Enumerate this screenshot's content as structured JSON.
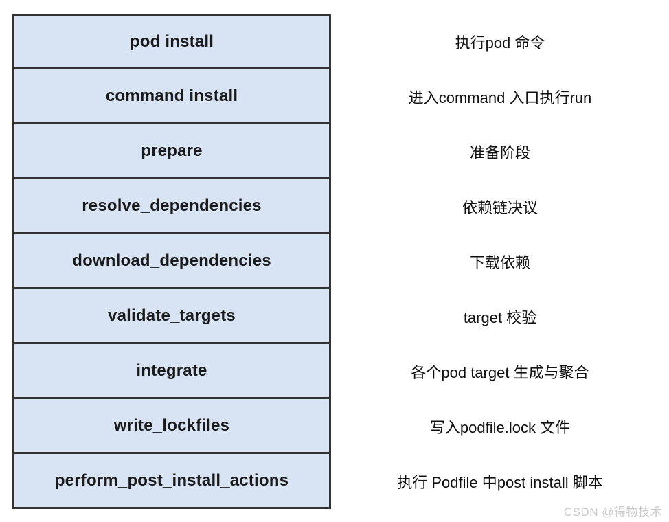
{
  "diagram": {
    "title_semantic": "pod install pipeline stages",
    "rows": [
      {
        "label": "pod install",
        "desc": "执行pod 命令"
      },
      {
        "label": "command install",
        "desc": "进入command 入口执行run"
      },
      {
        "label": "prepare",
        "desc": "准备阶段"
      },
      {
        "label": "resolve_dependencies",
        "desc": "依赖链决议"
      },
      {
        "label": "download_dependencies",
        "desc": "下载依赖"
      },
      {
        "label": "validate_targets",
        "desc": "target 校验"
      },
      {
        "label": "integrate",
        "desc": "各个pod target 生成与聚合"
      },
      {
        "label": "write_lockfiles",
        "desc": "写入podfile.lock 文件"
      },
      {
        "label": "perform_post_install_actions",
        "desc": "执行 Podfile 中post install 脚本"
      }
    ],
    "colors": {
      "box_fill": "#d8e4f4",
      "box_border": "#333333",
      "label_text": "#1a1a1a",
      "desc_text": "#111111",
      "background": "#ffffff",
      "watermark_text": "#cbcbcb"
    }
  },
  "watermark": {
    "text": "CSDN @得物技术"
  }
}
